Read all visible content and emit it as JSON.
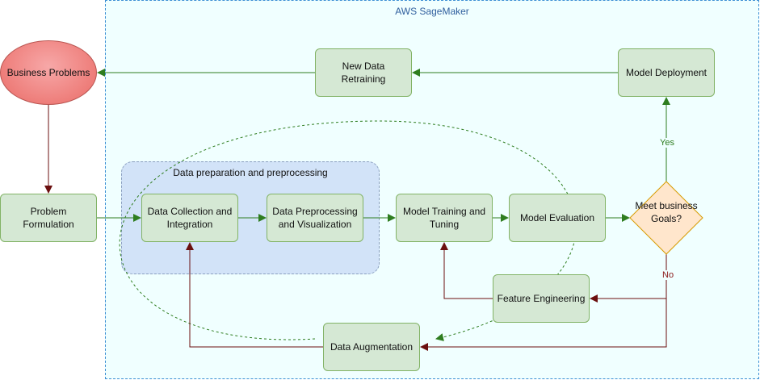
{
  "regions": {
    "aws": "AWS SageMaker",
    "data_prep": "Data preparation and preprocessing"
  },
  "nodes": {
    "business_problems": "Business Problems",
    "problem_formulation": "Problem Formulation",
    "data_collection": "Data Collection and Integration",
    "data_preprocessing": "Data Preprocessing and Visualization",
    "model_training": "Model Training and Tuning",
    "model_evaluation": "Model Evaluation",
    "decision": "Meet business Goals?",
    "model_deployment": "Model Deployment",
    "new_data_retraining": "New Data Retraining",
    "feature_engineering": "Feature Engineering",
    "data_augmentation": "Data Augmentation"
  },
  "edge_labels": {
    "yes": "Yes",
    "no": "No"
  },
  "colors": {
    "process_fill": "#d5e8d4",
    "process_border": "#82b366",
    "start_fill": "#ea6b66",
    "decision_fill": "#ffe6cc",
    "decision_border": "#d79b00",
    "green_arrow": "#2e7d1f",
    "red_arrow": "#6b0f0f",
    "region_border": "#3b8fd4"
  }
}
